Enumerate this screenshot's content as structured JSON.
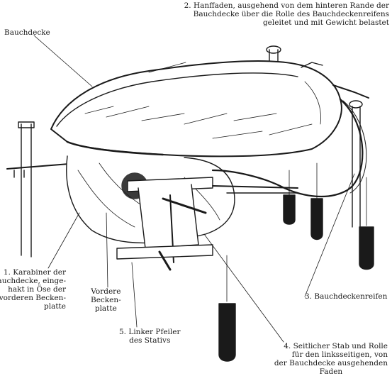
{
  "labels": {
    "bauchdecke": "Bauchdecke",
    "hanffaden": [
      "2. Hanffaden, ausgehend von dem hinteren Rande der",
      "Bauchdecke über die Rolle des Bauchdeckenreifens",
      "geleitet und mit Gewicht belastet"
    ],
    "karabiner": [
      "1. Karabiner der",
      "Bauchdecke, einge-",
      "hakt in Öse der",
      "vorderen Becken-",
      "platte"
    ],
    "vordere": [
      "Vordere",
      "Becken-",
      "platte"
    ],
    "pfeiler": [
      "5. Linker Pfeiler",
      "des Stativs"
    ],
    "reifen": "3. Bauchdeckenreifen",
    "seitlicher": [
      "4. Seitlicher Stab und Rolle",
      "für den linksseitigen, von",
      "der Bauchdecke ausgehenden",
      "Faden"
    ]
  },
  "colors": {
    "ink": "#1a1a1a",
    "paper": "#ffffff"
  }
}
